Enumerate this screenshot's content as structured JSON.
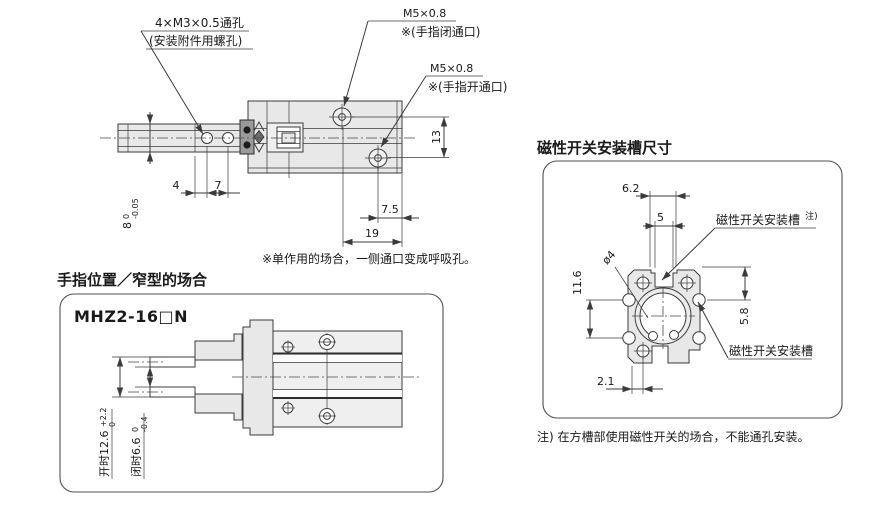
{
  "palette": {
    "line": "#3b3b3b",
    "fill_light": "#e8e8e8",
    "background": "#ffffff"
  },
  "top_drawing": {
    "callout_mounting": {
      "line1": "4×M3×0.5通孔",
      "line2": "(安装附件用螺孔)"
    },
    "callout_close_port": {
      "line1": "M5×0.8",
      "line2": "※(手指闭通口)"
    },
    "callout_open_port": {
      "line1": "M5×0.8",
      "line2": "※(手指开通口)"
    },
    "dims": {
      "d4": "4",
      "d7": "7",
      "d7_5": "7.5",
      "d19": "19",
      "d13": "13",
      "d8": {
        "value": "8",
        "tol_top": "0",
        "tol_bot": "-0.05"
      }
    },
    "note": "※单作用的场合，一侧通口变成呼吸孔。"
  },
  "finger_box": {
    "title": "手指位置／窄型的场合",
    "model": "MHZ2-16□N",
    "open_dim": {
      "label": "开时12.6",
      "tol_top": "+2.2",
      "tol_bot": "0"
    },
    "closed_dim": {
      "label": "闭时6.6",
      "tol_top": "0",
      "tol_bot": "-0.4"
    }
  },
  "switch_box": {
    "title": "磁性开关安装槽尺寸",
    "dims": {
      "d6_2": "6.2",
      "d5": "5",
      "d11_6": "11.6",
      "d5_8": "5.8",
      "d2_1": "2.1",
      "dia": "ø4"
    },
    "square_groove_label": {
      "text": "磁性开关安装槽",
      "sup": "注)"
    },
    "round_groove_label": "磁性开关安装槽",
    "note": "注) 在方槽部使用磁性开关的场合，不能通孔安装。"
  }
}
